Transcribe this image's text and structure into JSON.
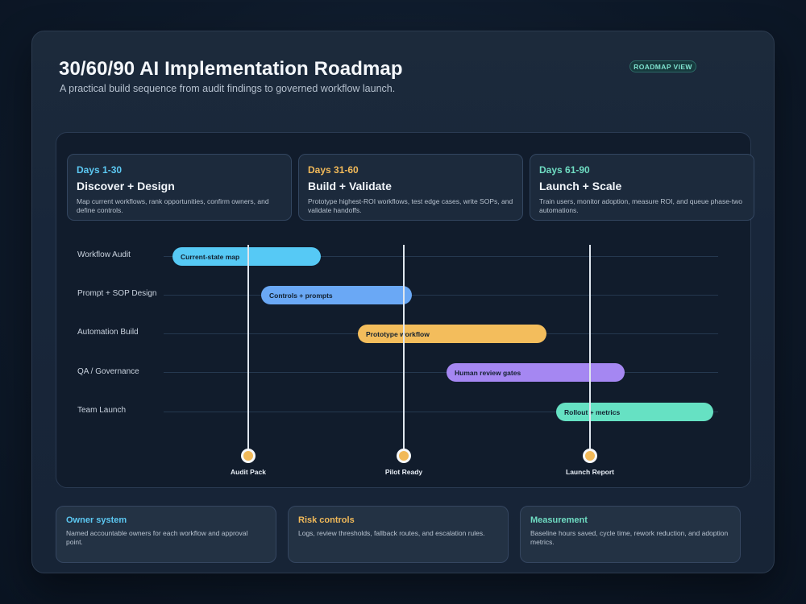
{
  "header": {
    "title": "30/60/90 AI Implementation Roadmap",
    "subtitle": "A practical build sequence from audit findings to governed workflow launch.",
    "badge": "ROADMAP VIEW"
  },
  "phases": [
    {
      "days": "Days 1-30",
      "name": "Discover + Design",
      "desc": "Map current workflows, rank opportunities, confirm owners, and define controls.",
      "color": "#5cc8f2"
    },
    {
      "days": "Days 31-60",
      "name": "Build + Validate",
      "desc": "Prototype highest-ROI workflows, test edge cases, write SOPs, and validate handoffs.",
      "color": "#f1b959"
    },
    {
      "days": "Days 61-90",
      "name": "Launch + Scale",
      "desc": "Train users, monitor adoption, measure ROI, and queue phase-two automations.",
      "color": "#6fdcc2"
    }
  ],
  "rows": [
    {
      "label": "Workflow Audit",
      "bar": "Current-state map",
      "color": "#56c9f5"
    },
    {
      "label": "Prompt + SOP Design",
      "bar": "Controls + prompts",
      "color": "#6aa8f5"
    },
    {
      "label": "Automation Build",
      "bar": "Prototype workflow",
      "color": "#f3bd5c"
    },
    {
      "label": "QA / Governance",
      "bar": "Human review gates",
      "color": "#a587f2"
    },
    {
      "label": "Team Launch",
      "bar": "Rollout + metrics",
      "color": "#66e1c3"
    }
  ],
  "milestones": [
    {
      "label": "Audit Pack"
    },
    {
      "label": "Pilot Ready"
    },
    {
      "label": "Launch Report"
    }
  ],
  "footer": [
    {
      "title": "Owner system",
      "desc": "Named accountable owners for each workflow and approval point.",
      "color": "#5cc8f2"
    },
    {
      "title": "Risk controls",
      "desc": "Logs, review thresholds, fallback routes, and escalation rules.",
      "color": "#f1b959"
    },
    {
      "title": "Measurement",
      "desc": "Baseline hours saved, cycle time, rework reduction, and adoption metrics.",
      "color": "#6fdcc2"
    }
  ]
}
